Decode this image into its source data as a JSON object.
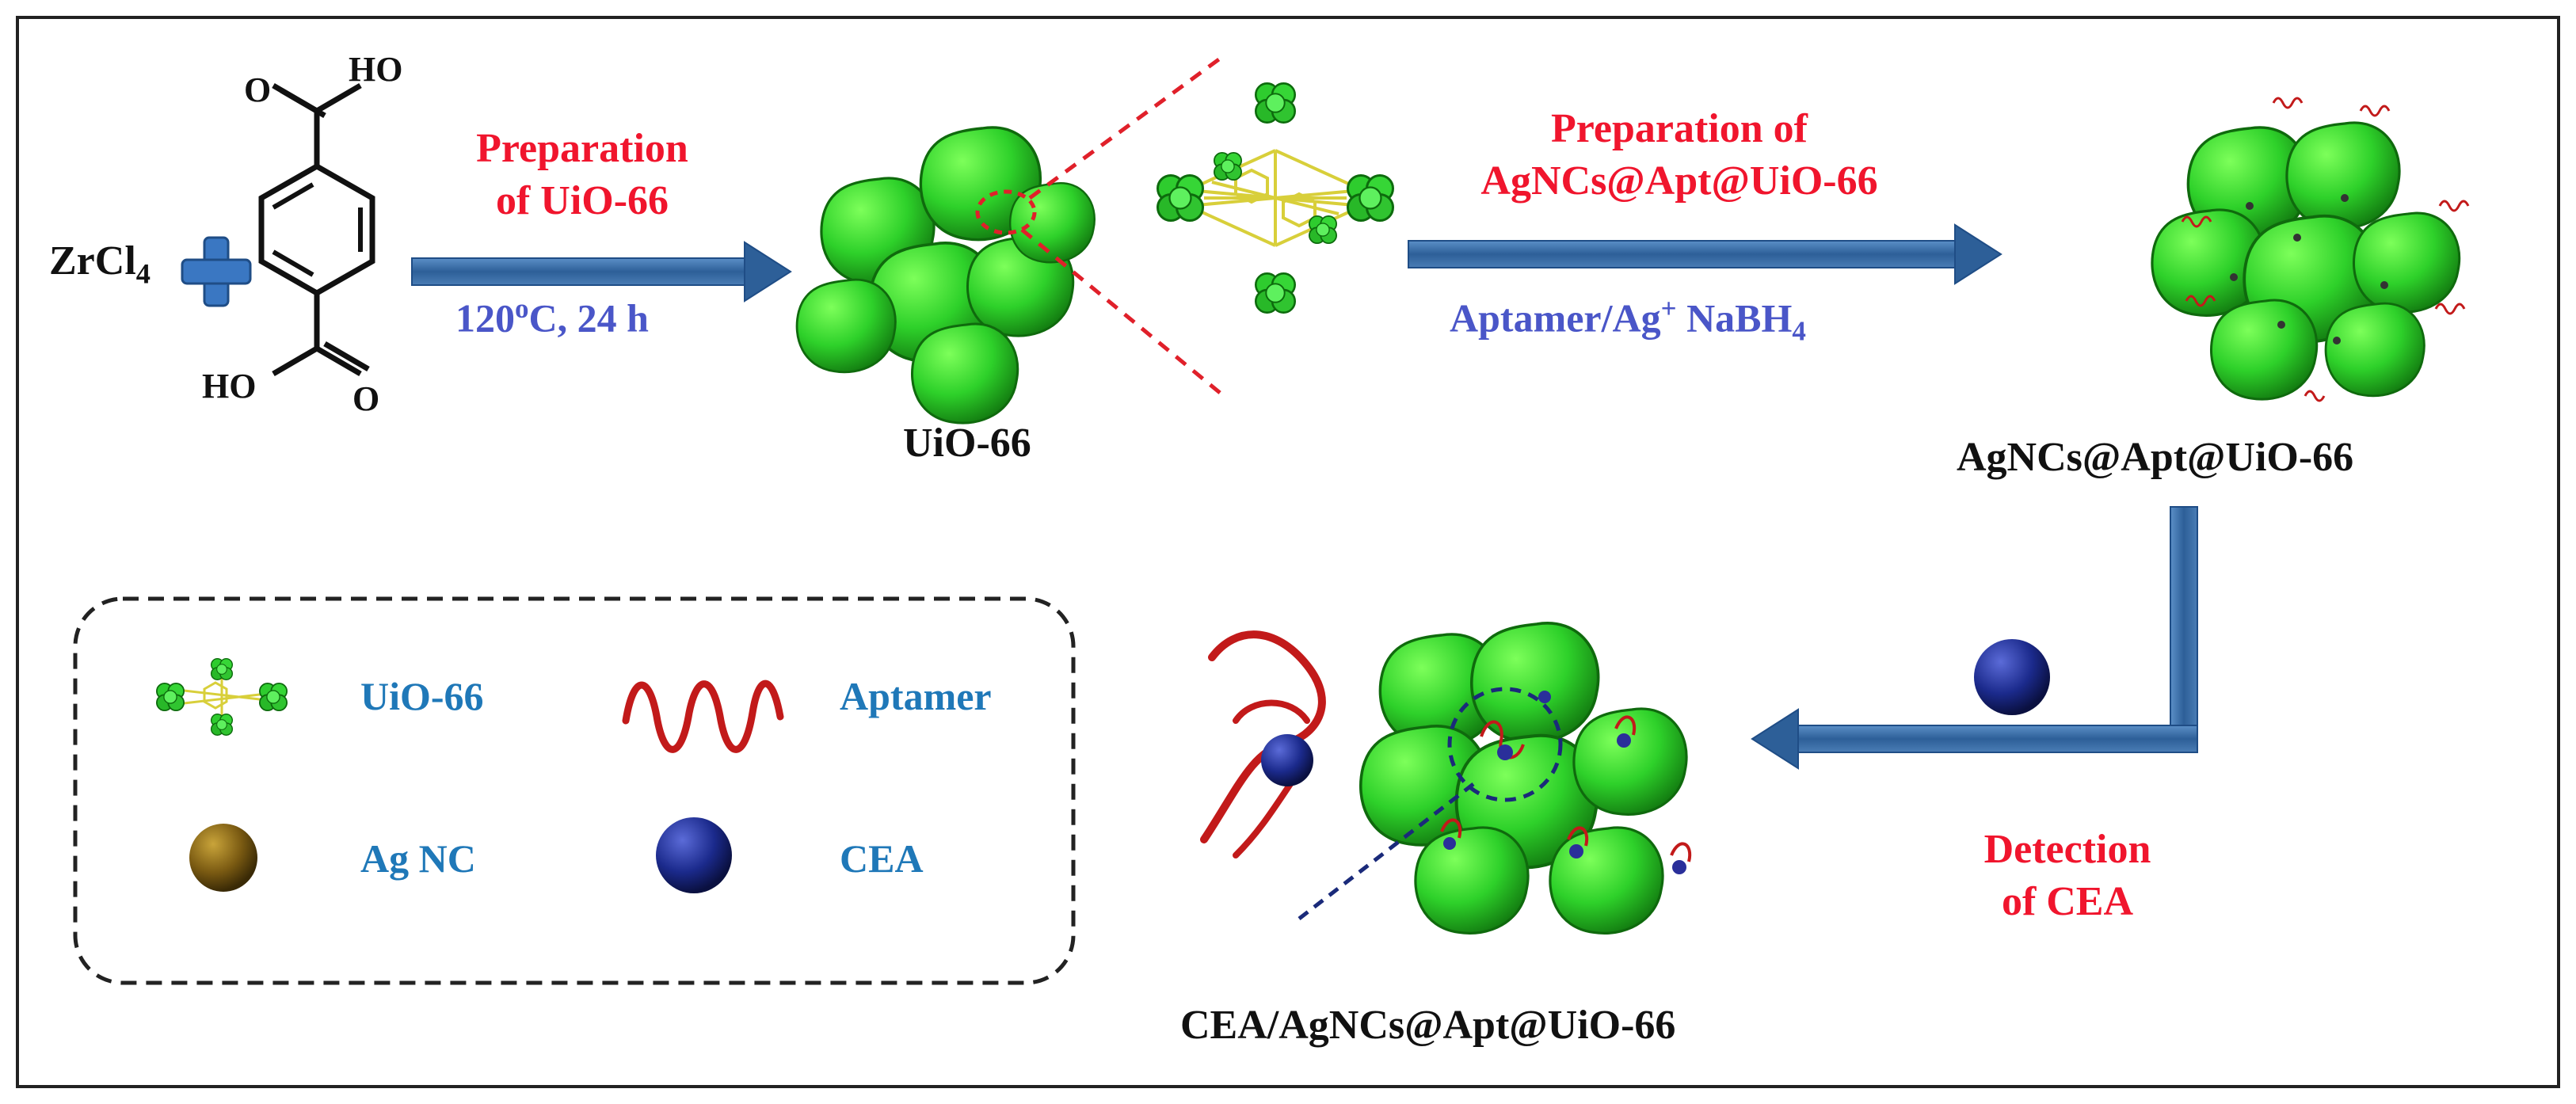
{
  "colors": {
    "arrow": "#3a6ea5",
    "step_label": "#f0152d",
    "condition": "#4a56c8",
    "legend_text": "#1f78b8",
    "mof_green": "#2ecc2e",
    "aptamer": "#c21a1a",
    "ag_nc": "#7a5a12",
    "cea": "#1a237e"
  },
  "reactants": {
    "zrcl4_main": "ZrCl",
    "zrcl4_sub": "4",
    "oh_top": "HO",
    "o_top": "O",
    "oh_bottom": "HO",
    "o_bottom": "O"
  },
  "step1": {
    "label_line1": "Preparation",
    "label_line2": "of UiO-66",
    "condition_main": "120",
    "condition_sup": "o",
    "condition_rest": "C, 24 h"
  },
  "step2": {
    "label_line1": "Preparation of",
    "label_line2": "AgNCs@Apt@UiO-66",
    "condition_a": "Aptamer/Ag",
    "condition_sup": "+",
    "condition_b": " NaBH",
    "condition_sub": "4"
  },
  "step3": {
    "label_line1": "Detection",
    "label_line2": "of CEA"
  },
  "products": {
    "uio66": "UiO-66",
    "agncs": "AgNCs@Apt@UiO-66",
    "cea_complex": "CEA/AgNCs@Apt@UiO-66"
  },
  "legend": {
    "items": [
      {
        "label": "UiO-66",
        "icon": "mof-framework-icon"
      },
      {
        "label": "Aptamer",
        "icon": "aptamer-icon"
      },
      {
        "label": "Ag NC",
        "icon": "ag-nc-icon"
      },
      {
        "label": "CEA",
        "icon": "cea-icon"
      }
    ]
  }
}
